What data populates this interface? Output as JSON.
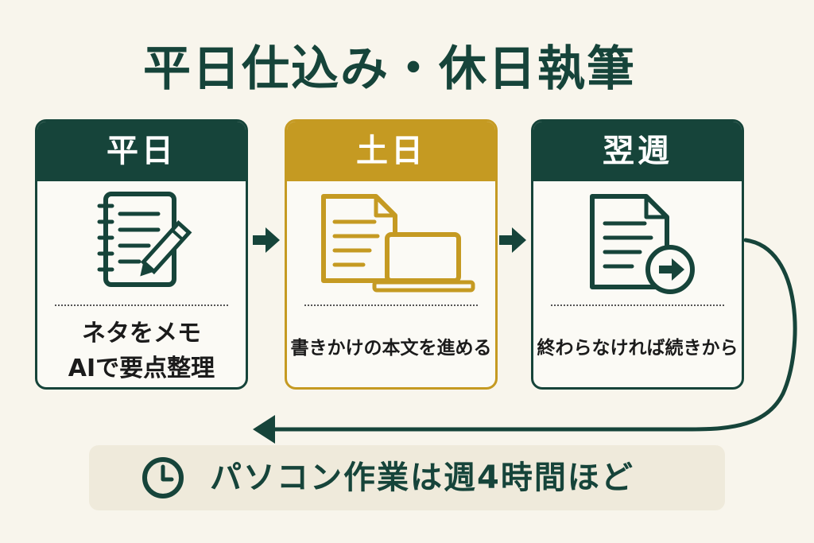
{
  "title": "平日仕込み・休日執筆",
  "steps": [
    {
      "label": "平日",
      "lines": [
        "ネタをメモ",
        "AIで要点整理"
      ],
      "icon": "notebook-pencil-icon",
      "color": "#16443a"
    },
    {
      "label": "土日",
      "lines": [
        "書きかけの本文を進める"
      ],
      "icon": "document-laptop-icon",
      "color": "#c59a22"
    },
    {
      "label": "翌週",
      "lines": [
        "終わらなければ続きから"
      ],
      "icon": "document-forward-icon",
      "color": "#16443a"
    }
  ],
  "footer": {
    "text": "パソコン作業は週4時間ほど",
    "icon": "clock-icon"
  },
  "colors": {
    "primary": "#16443a",
    "accent": "#c59a22",
    "background": "#f8f5ec"
  }
}
